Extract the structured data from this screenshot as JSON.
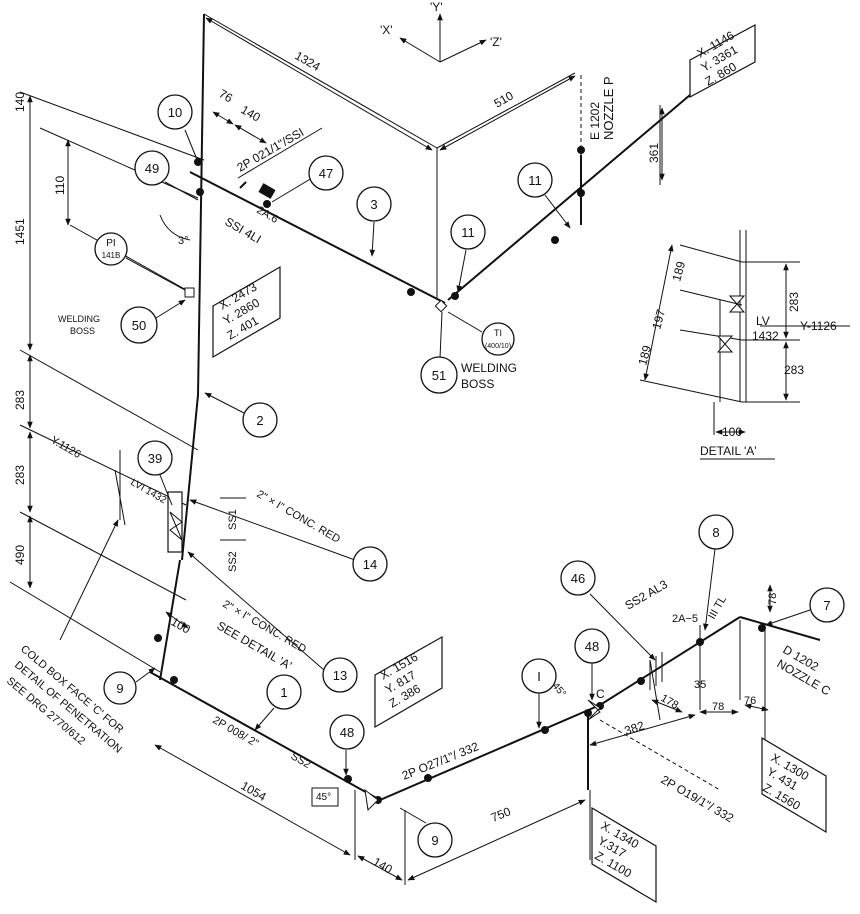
{
  "axes": {
    "y": "'Y'",
    "x": "'X'",
    "z": "'Z'"
  },
  "balloons": [
    {
      "id": "b10",
      "label": "10"
    },
    {
      "id": "b49",
      "label": "49"
    },
    {
      "id": "b47",
      "label": "47"
    },
    {
      "id": "b3",
      "label": "3"
    },
    {
      "id": "b11a",
      "label": "11"
    },
    {
      "id": "b11b",
      "label": "11"
    },
    {
      "id": "b50",
      "label": "50"
    },
    {
      "id": "b51",
      "label": "51"
    },
    {
      "id": "b2",
      "label": "2"
    },
    {
      "id": "b39",
      "label": "39"
    },
    {
      "id": "b14",
      "label": "14"
    },
    {
      "id": "b13",
      "label": "13"
    },
    {
      "id": "b9a",
      "label": "9"
    },
    {
      "id": "b1",
      "label": "1"
    },
    {
      "id": "b48a",
      "label": "48"
    },
    {
      "id": "b9b",
      "label": "9"
    },
    {
      "id": "b46",
      "label": "46"
    },
    {
      "id": "b48b",
      "label": "48"
    },
    {
      "id": "bI",
      "label": "I"
    },
    {
      "id": "b8",
      "label": "8"
    },
    {
      "id": "b7",
      "label": "7"
    }
  ],
  "instruments": [
    {
      "id": "pi",
      "line1": "PI",
      "line2": "141B"
    },
    {
      "id": "ti",
      "line1": "TI",
      "line2": "(400/10)"
    }
  ],
  "coord_boxes": [
    {
      "id": "cb1",
      "lines": [
        "X. 1146",
        "Y. 3361",
        "Z. 860"
      ]
    },
    {
      "id": "cb2",
      "lines": [
        "X. 2473",
        "Y. 2860",
        "Z. 401"
      ]
    },
    {
      "id": "cb3",
      "lines": [
        "X. 1516",
        "Y. 817",
        "Z. 386"
      ]
    },
    {
      "id": "cb4",
      "lines": [
        "X. 1300",
        "Y. 431",
        "Z. 1560"
      ]
    },
    {
      "id": "cb5",
      "lines": [
        "X. 1340",
        "Y.317",
        "Z. 1100"
      ]
    }
  ],
  "dimensions": {
    "d1324": "1324",
    "d510": "510",
    "d76a": "76",
    "d140a": "140",
    "d140b": "140",
    "d110": "110",
    "d1451": "1451",
    "d361": "361",
    "d283a": "283",
    "d283b": "283",
    "d490": "490",
    "d100": "100",
    "d1054": "1054",
    "d140c": "140",
    "d750": "750",
    "d382": "382",
    "d178": "178",
    "d35": "35",
    "d78a": "78",
    "d78b": "78",
    "d76b": "76",
    "det189a": "189",
    "det197": "197",
    "det189b": "189",
    "det283a": "283",
    "det283b": "283",
    "det100": "100",
    "det1432": "1432"
  },
  "labels": {
    "nozzle_p_1": "E 1202",
    "nozzle_p_2": "NOZZLE  P",
    "line_021": "2P 021/1\"/SSI",
    "a6": "2A.6",
    "ssi_4li": "SSI  4LI",
    "angle3": "3°",
    "welding_boss_1": "WELDING",
    "welding_boss_2": "BOSS",
    "welding_boss2_1": "WELDING",
    "welding_boss2_2": "BOSS",
    "y1126": "Y.1126",
    "lvi1432": "LVI 1432",
    "conc_red_1": "2\" × I\"  CONC. RED",
    "ss1": "SS1",
    "ss2a": "SS2",
    "conc_red_2": "2\" × I\"  CONC. RED",
    "see_detail": "SEE DETAIL 'A'",
    "cold_box_1": "COLD BOX FACE 'C' FOR",
    "cold_box_2": "DETAIL OF PENETRATION",
    "cold_box_3": "SEE DRG 2770/612",
    "line_008": "2P 008/ 2\"",
    "ss2b": "SS2",
    "angle45a": "45°",
    "line_027": "2P O27/1\"/ 332",
    "line_019": "2P O19/1\"/ 332",
    "angle45b": "45°",
    "point_c": "C",
    "ss2_al3": "SS2   AL3",
    "a2_5": "2A−5",
    "iii_tl": "III TL",
    "nozzle_c_1": "D 1202",
    "nozzle_c_2": "NOZZLE C",
    "detail_lv": "LV",
    "detail_y": "Y-1126",
    "detail_title": "DETAIL 'A'"
  }
}
